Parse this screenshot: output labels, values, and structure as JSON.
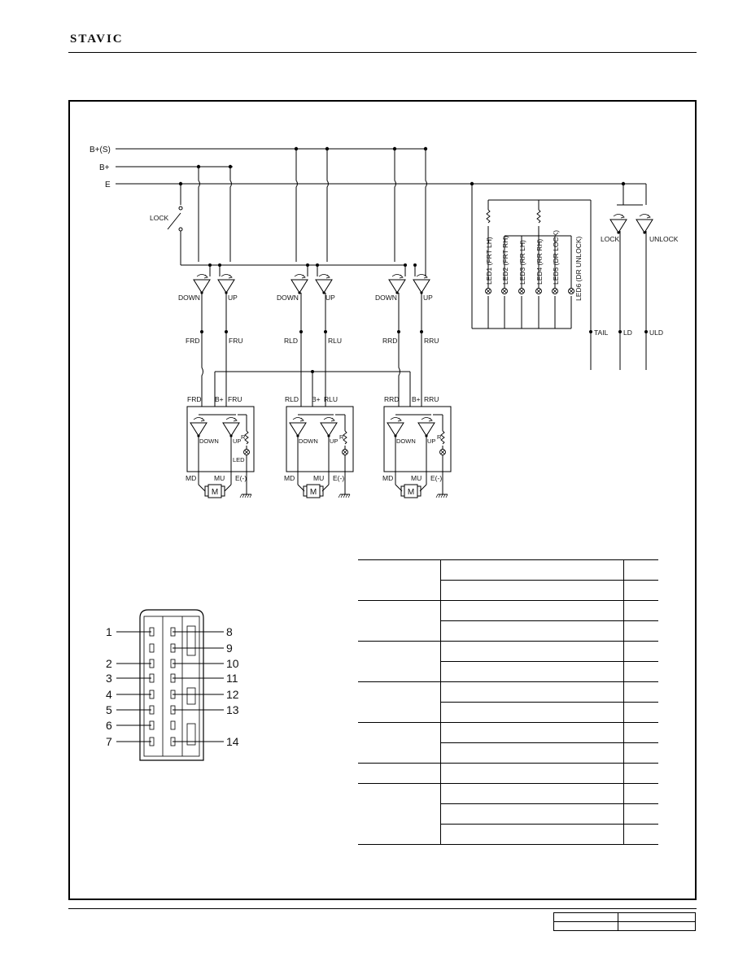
{
  "header": {
    "brand": "STAVIC"
  },
  "rails": {
    "bs": "B+(S)",
    "bplus": "B+",
    "e": "E"
  },
  "switch_labels": {
    "lock": "LOCK",
    "down": "DOWN",
    "up": "UP",
    "unlock": "UNLOCK"
  },
  "wires": {
    "frd": "FRD",
    "fru": "FRU",
    "rld": "RLD",
    "rlu": "RLU",
    "rrd": "RRD",
    "rru": "RRU",
    "bplus": "B+",
    "tail": "TAIL",
    "ld": "LD",
    "uld": "ULD"
  },
  "motor_labels": {
    "md": "MD",
    "mu": "MU",
    "e_minus": "E(-)",
    "r": "R",
    "led": "LED",
    "m": "M"
  },
  "leds": [
    "LED1 (FRT LH)",
    "LED2 (FRT RH)",
    "LED3 (RR LH)",
    "LED4 (RR RH)",
    "LED5 (DR LOCK)",
    "LED6 (DR UNLOCK)"
  ],
  "connector": {
    "left_pins": [
      "1",
      "2",
      "3",
      "4",
      "5",
      "6",
      "7"
    ],
    "right_pins": [
      "8",
      "9",
      "10",
      "11",
      "12",
      "13",
      "14"
    ]
  }
}
